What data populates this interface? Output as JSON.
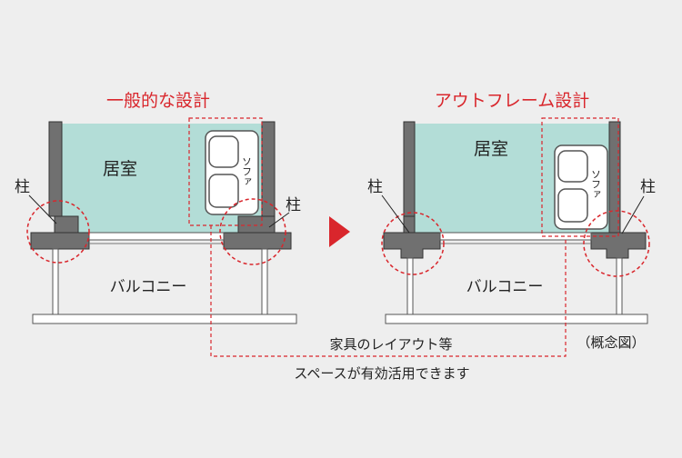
{
  "diagram": {
    "left": {
      "title": "一般的な設計",
      "room": "居室",
      "pillar_left": "柱",
      "pillar_right": "柱",
      "balcony": "バルコニー",
      "sofa": "ソファ"
    },
    "right": {
      "title": "アウトフレーム設計",
      "room": "居室",
      "pillar_left": "柱",
      "pillar_right": "柱",
      "balcony": "バルコニー",
      "sofa": "ソファ"
    },
    "note_line1": "家具のレイアウト等",
    "note_line2": "スペースが有効活用できます",
    "caption": "（概念図）",
    "colors": {
      "accent": "#d9262c",
      "room_fill": "#b3ddd7",
      "wall": "#707070",
      "background": "#eeeeee"
    }
  }
}
